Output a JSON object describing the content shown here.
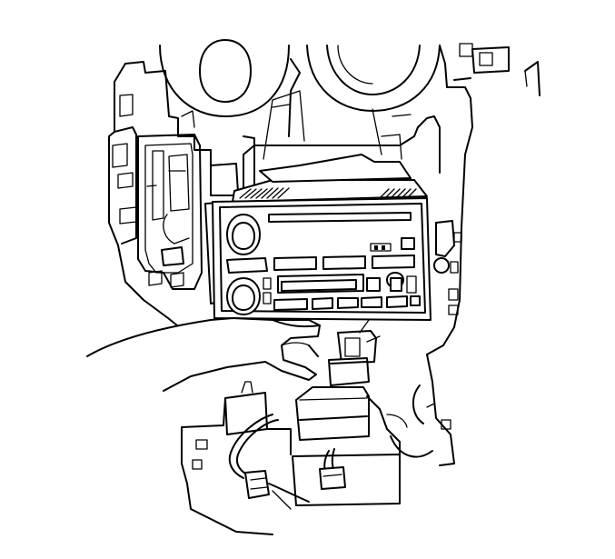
{
  "figure": {
    "background": "#ffffff",
    "line_color": "#000000",
    "parts": [
      "instrument-panel-carrier",
      "gauge-cluster-pods",
      "radio-unit",
      "radio-control-knobs",
      "radio-cd-slot",
      "radio-preset-buttons",
      "installer-hand",
      "wiring-harness-connector",
      "lower-bracket"
    ]
  }
}
